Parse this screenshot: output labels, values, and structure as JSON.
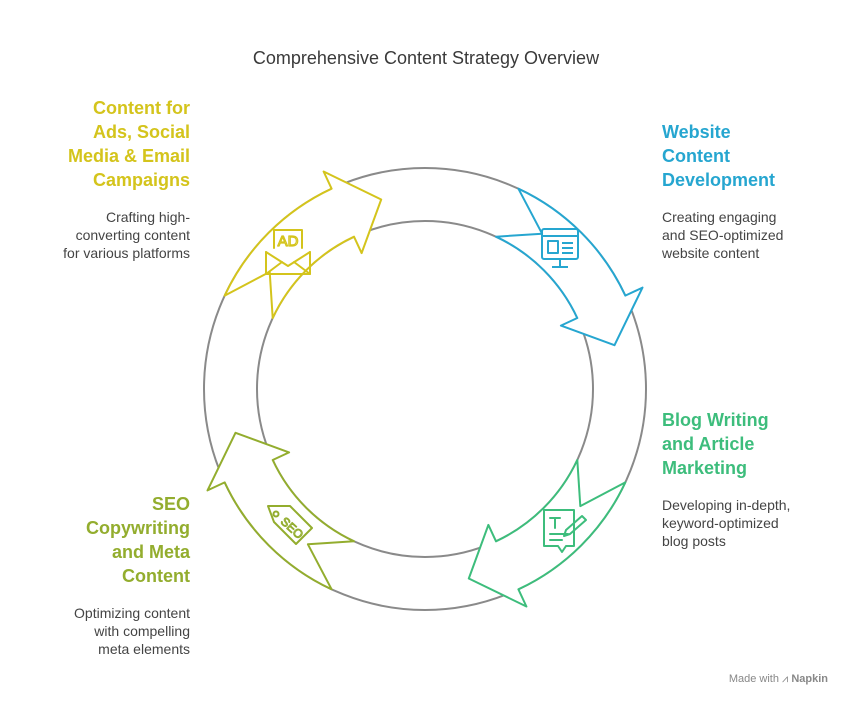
{
  "title": "Comprehensive Content Strategy Overview",
  "sections": {
    "ads": {
      "heading": "Content for\nAds, Social\nMedia & Email\nCampaigns",
      "description": "Crafting high-\nconverting content\nfor various platforms",
      "icon": "ad-envelope-icon",
      "color": "#d4c41c"
    },
    "web": {
      "heading": "Website\nContent\nDevelopment",
      "description": "Creating engaging\nand SEO-optimized\nwebsite content",
      "icon": "monitor-website-icon",
      "color": "#26a6d0"
    },
    "blog": {
      "heading": "Blog Writing\nand Article\nMarketing",
      "description": "Developing in-depth,\nkeyword-optimized\nblog posts",
      "icon": "document-pencil-icon",
      "color": "#3dbd7c"
    },
    "seo": {
      "heading": "SEO\nCopywriting\nand Meta\nContent",
      "description": "Optimizing content\nwith compelling\nmeta elements",
      "icon": "seo-tag-icon",
      "color": "#93ad2e"
    }
  },
  "footer": {
    "made_with": "Made with",
    "brand": "Napkin"
  }
}
